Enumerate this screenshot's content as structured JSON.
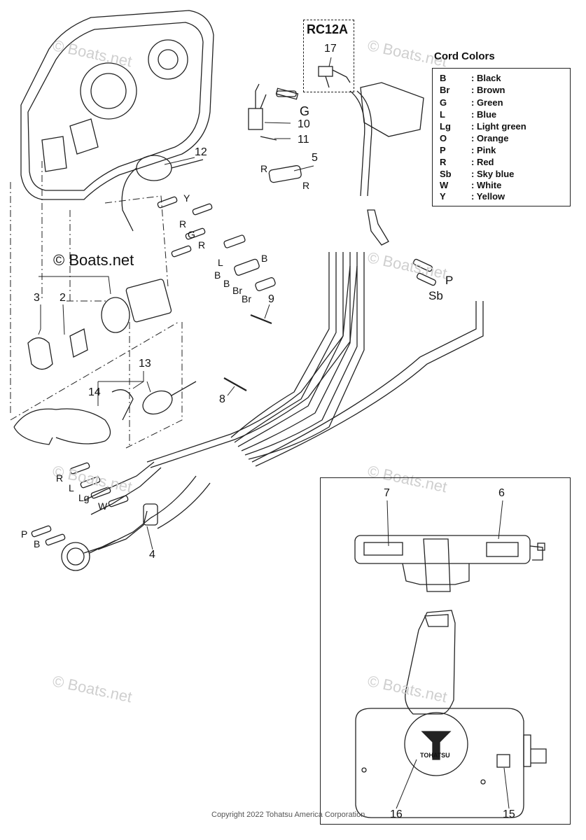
{
  "diagram": {
    "group_label": "RC12A",
    "watermark": "© Boats.net",
    "logo_watermark": "© Boats.net",
    "copyright": "Copyright 2022 Tohatsu America Corporation",
    "brand_text": "TOHATSU"
  },
  "legend": {
    "title": "Cord Colors",
    "items": [
      {
        "code": "B",
        "name": ": Black"
      },
      {
        "code": "Br",
        "name": ": Brown"
      },
      {
        "code": "G",
        "name": ": Green"
      },
      {
        "code": "L",
        "name": ": Blue"
      },
      {
        "code": "Lg",
        "name": ": Light green"
      },
      {
        "code": "O",
        "name": ": Orange"
      },
      {
        "code": "P",
        "name": ": Pink"
      },
      {
        "code": "R",
        "name": ": Red"
      },
      {
        "code": "Sb",
        "name": ": Sky blue"
      },
      {
        "code": "W",
        "name": ": White"
      },
      {
        "code": "Y",
        "name": ": Yellow"
      }
    ]
  },
  "parts": {
    "p2": "2",
    "p3": "3",
    "p4": "4",
    "p5": "5",
    "p6": "6",
    "p7": "7",
    "p8": "8",
    "p9": "9",
    "p10": "10",
    "p11": "11",
    "p12": "12",
    "p13": "13",
    "p14": "14",
    "p15": "15",
    "p16": "16",
    "p17": "17"
  },
  "wire_labels": {
    "g_top": "G",
    "r1": "R",
    "r2": "R",
    "y": "Y",
    "r3": "R",
    "g2": "G",
    "r4": "R",
    "l": "L",
    "b1": "B",
    "b2": "B",
    "b3": "B",
    "br1": "Br",
    "br2": "Br",
    "p_right": "P",
    "sb": "Sb",
    "r_left": "R",
    "l_left": "L",
    "lg": "Lg",
    "w": "W",
    "p_left": "P",
    "b_left": "B"
  }
}
